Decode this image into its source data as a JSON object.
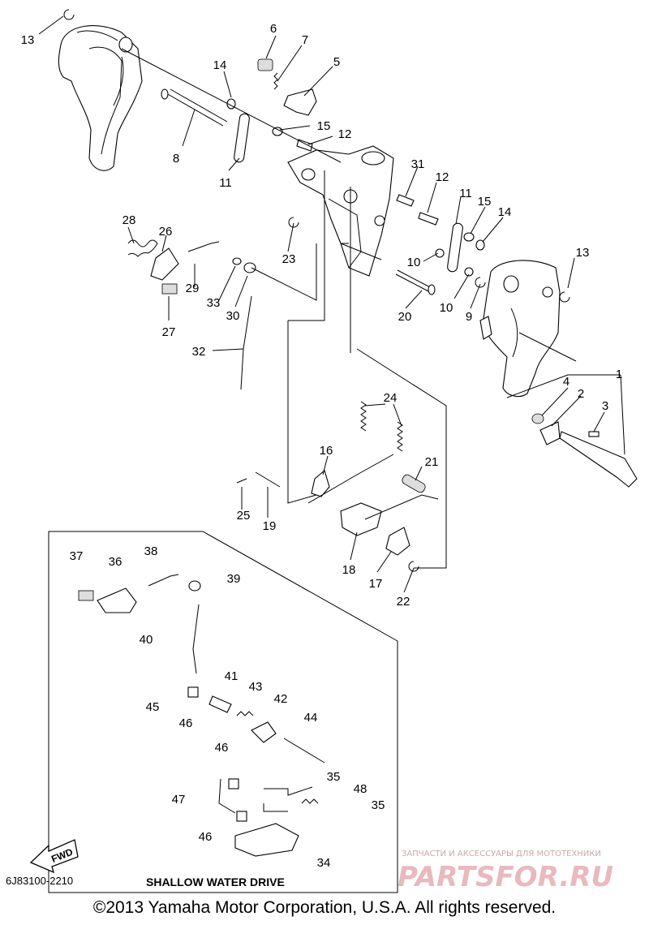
{
  "part_numbers": [
    "1",
    "2",
    "3",
    "4",
    "5",
    "6",
    "7",
    "8",
    "9",
    "10",
    "10",
    "11",
    "11",
    "12",
    "12",
    "13",
    "13",
    "14",
    "14",
    "15",
    "15",
    "16",
    "17",
    "18",
    "19",
    "20",
    "21",
    "22",
    "23",
    "24",
    "25",
    "26",
    "27",
    "28",
    "29",
    "30",
    "31",
    "32",
    "33",
    "34",
    "35",
    "35",
    "36",
    "37",
    "38",
    "39",
    "40",
    "41",
    "42",
    "43",
    "44",
    "45",
    "46",
    "46",
    "46",
    "47",
    "48"
  ],
  "inset_caption": "SHALLOW WATER DRIVE",
  "fwd_label": "FWD",
  "diagram_code": "6J83100-2210",
  "copyright": "©2013 Yamaha Motor Corporation, U.S.A. All rights reserved.",
  "watermark": {
    "tagline": "ЗАПЧАСТИ И АКСЕССУАРЫ ДЛЯ МОТОТЕХНИКИ",
    "brand": "PARTSFOR.RU"
  }
}
